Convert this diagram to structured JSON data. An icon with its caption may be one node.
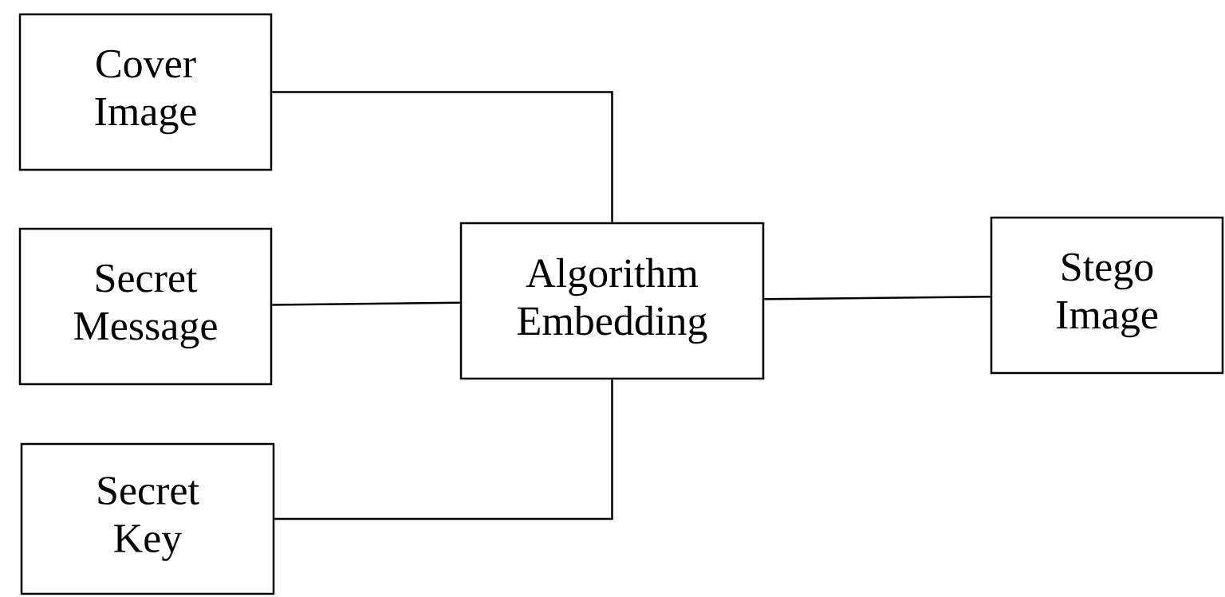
{
  "diagram": {
    "nodes": [
      {
        "text": [
          "Cover Image"
        ]
      },
      {
        "text": [
          "Secret Message"
        ]
      },
      {
        "text": [
          "Secret Key"
        ]
      },
      {
        "text": [
          "Algorithm Embedding"
        ]
      },
      {
        "text": [
          "Stego Image"
        ]
      }
    ],
    "edges": [
      {
        "from": 0,
        "to": 3,
        "arrow": "none"
      },
      {
        "from": 1,
        "to": 3,
        "arrow": "none"
      },
      {
        "from": 2,
        "to": 3,
        "arrow": "none"
      },
      {
        "from": 3,
        "to": 4,
        "arrow": "none"
      }
    ]
  }
}
